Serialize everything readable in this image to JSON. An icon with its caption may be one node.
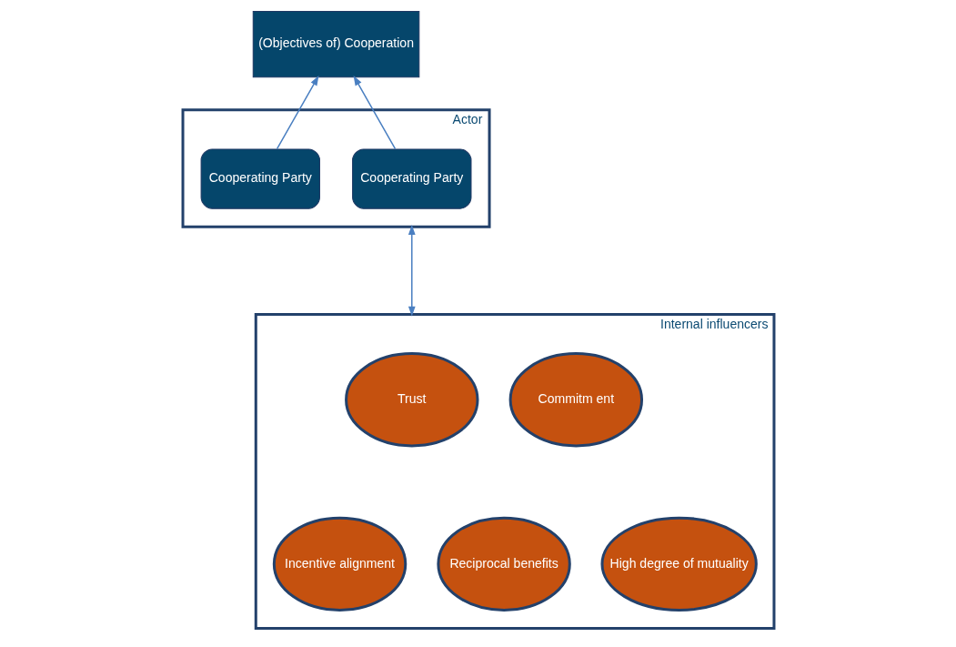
{
  "diagram": {
    "nodes": [
      {
        "text": [
          "(Objectives of) Cooperation"
        ]
      },
      {
        "text": [
          "Actor"
        ]
      },
      {
        "text": [
          "Cooperating Party"
        ],
        "in": 1
      },
      {
        "text": [
          "Cooperating Party"
        ],
        "in": 1
      },
      {
        "text": [
          "Internal influencers"
        ]
      },
      {
        "text": [
          "Trust"
        ],
        "in": 4
      },
      {
        "text": [
          "Commitm ent"
        ],
        "in": 4
      },
      {
        "text": [
          "Incentive alignment"
        ],
        "in": 4
      },
      {
        "text": [
          "Reciprocal benefits"
        ],
        "in": 4
      },
      {
        "text": [
          "High degree of mutuality"
        ],
        "in": 4
      }
    ],
    "edges": [
      {
        "from": 2,
        "to": 0,
        "arrow": "to"
      },
      {
        "from": 3,
        "to": 0,
        "arrow": "to"
      },
      {
        "from": 1,
        "to": 4,
        "arrow": "both"
      }
    ]
  }
}
